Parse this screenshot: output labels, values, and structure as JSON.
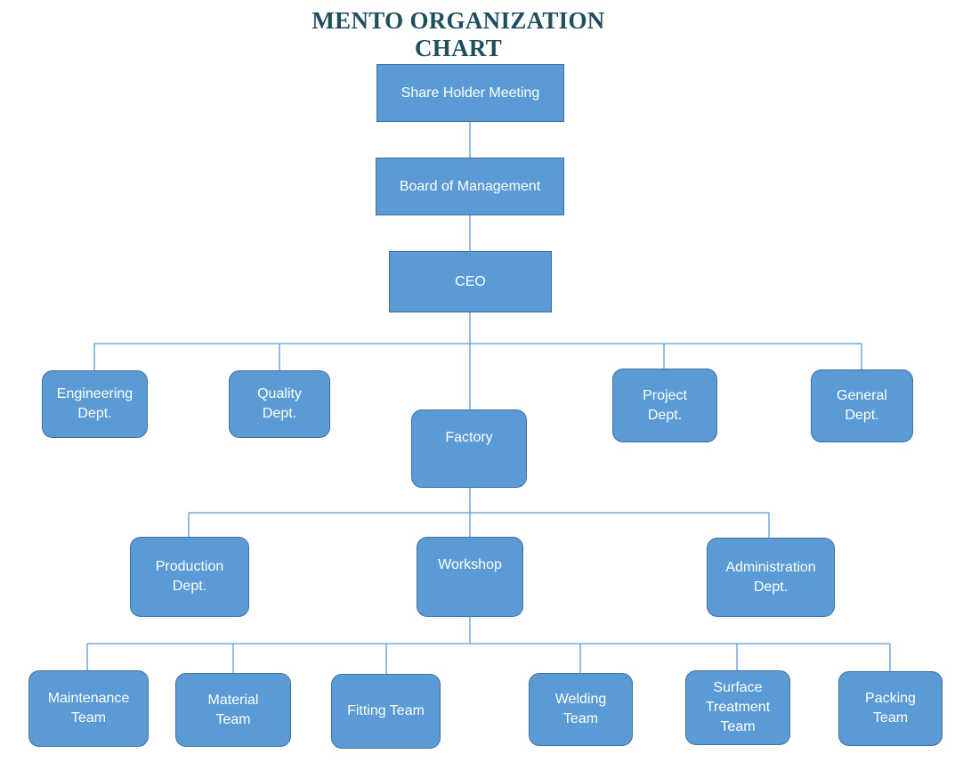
{
  "title": "MENTO ORGANIZATION CHART",
  "colors": {
    "node_fill": "#5b9bd5",
    "node_border": "#41719c",
    "connector": "#5b9bd5",
    "title": "#1f4e5c"
  },
  "nodes": {
    "shareholder": "Share Holder Meeting",
    "board": "Board of Management",
    "ceo": "CEO",
    "engineering": "Engineering\nDept.",
    "quality": "Quality\nDept.",
    "factory": "Factory",
    "project": "Project\nDept.",
    "general": "General\nDept.",
    "production": "Production\nDept.",
    "workshop": "Workshop",
    "administration": "Administration\nDept.",
    "maintenance": "Maintenance\nTeam",
    "material": "Material\nTeam",
    "fitting": "Fitting Team",
    "welding": "Welding\nTeam",
    "surface": "Surface\nTreatment\nTeam",
    "packing": "Packing\nTeam"
  }
}
